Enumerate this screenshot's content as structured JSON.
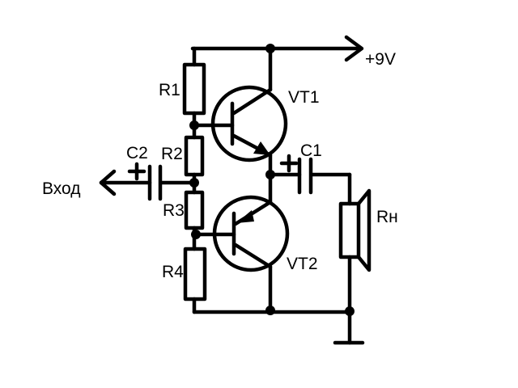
{
  "schematic": {
    "supply_label": "+9V",
    "input_label": "Вход",
    "components": {
      "r1": "R1",
      "r2": "R2",
      "r3": "R3",
      "r4": "R4",
      "c1": "C1",
      "c2": "C2",
      "vt1": "VT1",
      "vt2": "VT2",
      "load": "Rн"
    },
    "polarity_mark": "+"
  }
}
